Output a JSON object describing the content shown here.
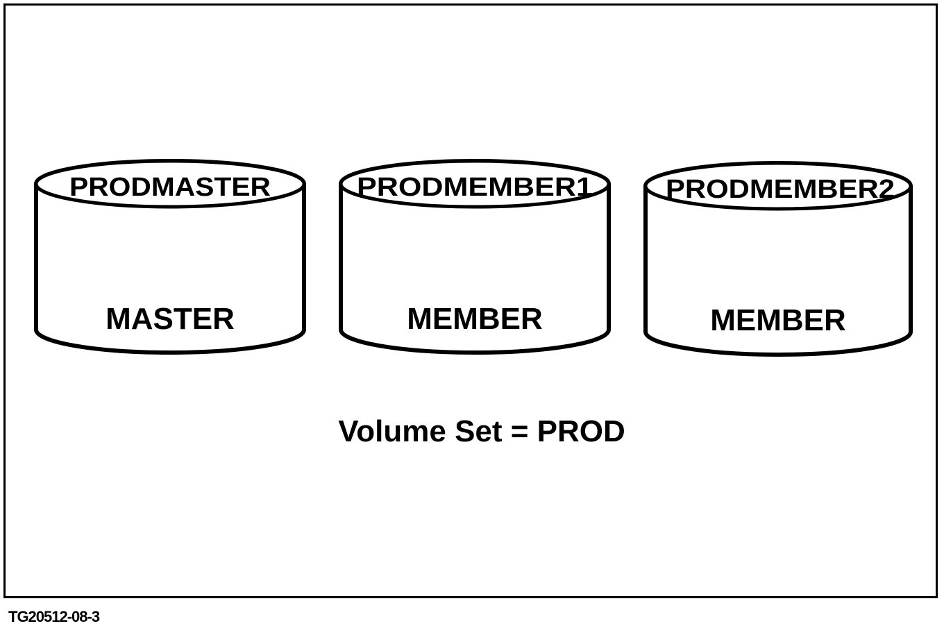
{
  "diagram": {
    "disks": [
      {
        "name": "PRODMASTER",
        "role": "MASTER"
      },
      {
        "name": "PRODMEMBER1",
        "role": "MEMBER"
      },
      {
        "name": "PRODMEMBER2",
        "role": "MEMBER"
      }
    ],
    "caption": "Volume Set = PROD",
    "figure_id": "TG20512-08-3"
  }
}
